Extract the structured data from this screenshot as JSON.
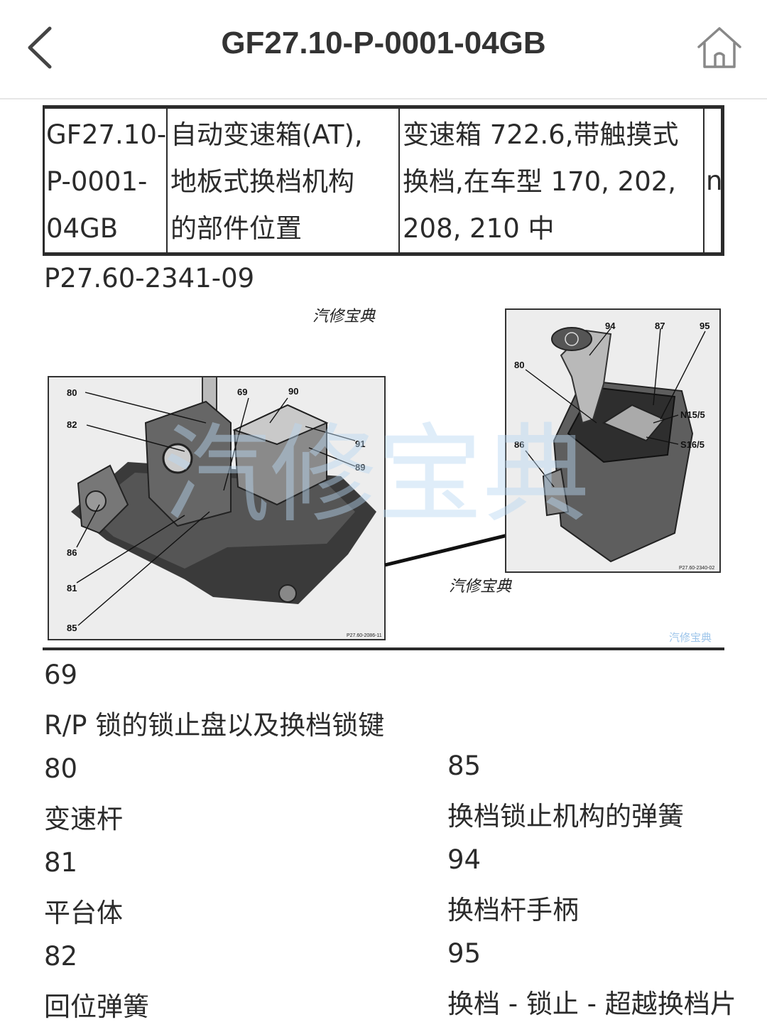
{
  "header": {
    "title": "GF27.10-P-0001-04GB",
    "back_icon": "chevron-left-icon",
    "home_icon": "home-icon"
  },
  "doc_table": {
    "col1_lines": [
      "GF27.10-",
      "P-0001-",
      "04GB"
    ],
    "col2_lines": [
      "自动变速箱(AT),",
      "地板式换档机构",
      "的部件位置"
    ],
    "col3_lines": [
      "变速箱 722.6,带触摸式",
      "换档,在车型 170, 202,",
      "208, 210 中"
    ],
    "col4": "n"
  },
  "figure": {
    "code": "P27.60-2341-09",
    "watermark_small": "汽修宝典",
    "watermark_large": "汽修宝典",
    "left_photo": {
      "callouts": [
        "80",
        "69",
        "90",
        "82",
        "91",
        "89",
        "86",
        "81",
        "85"
      ],
      "ref": "P27.60-2086-11"
    },
    "right_photo": {
      "callouts": [
        "94",
        "87",
        "95",
        "80",
        "N15/5",
        "86",
        "S16/5"
      ],
      "ref": "P27.60-2340-02"
    },
    "corner_brand": "汽修宝典"
  },
  "legend": {
    "left": [
      {
        "num": "69",
        "desc": "R/P 锁的锁止盘以及换档锁键"
      },
      {
        "num": "80",
        "desc": "变速杆"
      },
      {
        "num": "81",
        "desc": "平台体"
      },
      {
        "num": "82",
        "desc": "回位弹簧"
      }
    ],
    "right": [
      {
        "num": "85",
        "desc": "换档锁止机构的弹簧"
      },
      {
        "num": "94",
        "desc": "换档杆手柄"
      },
      {
        "num": "95",
        "desc": "换档 - 锁止 - 超越换档片"
      }
    ]
  }
}
